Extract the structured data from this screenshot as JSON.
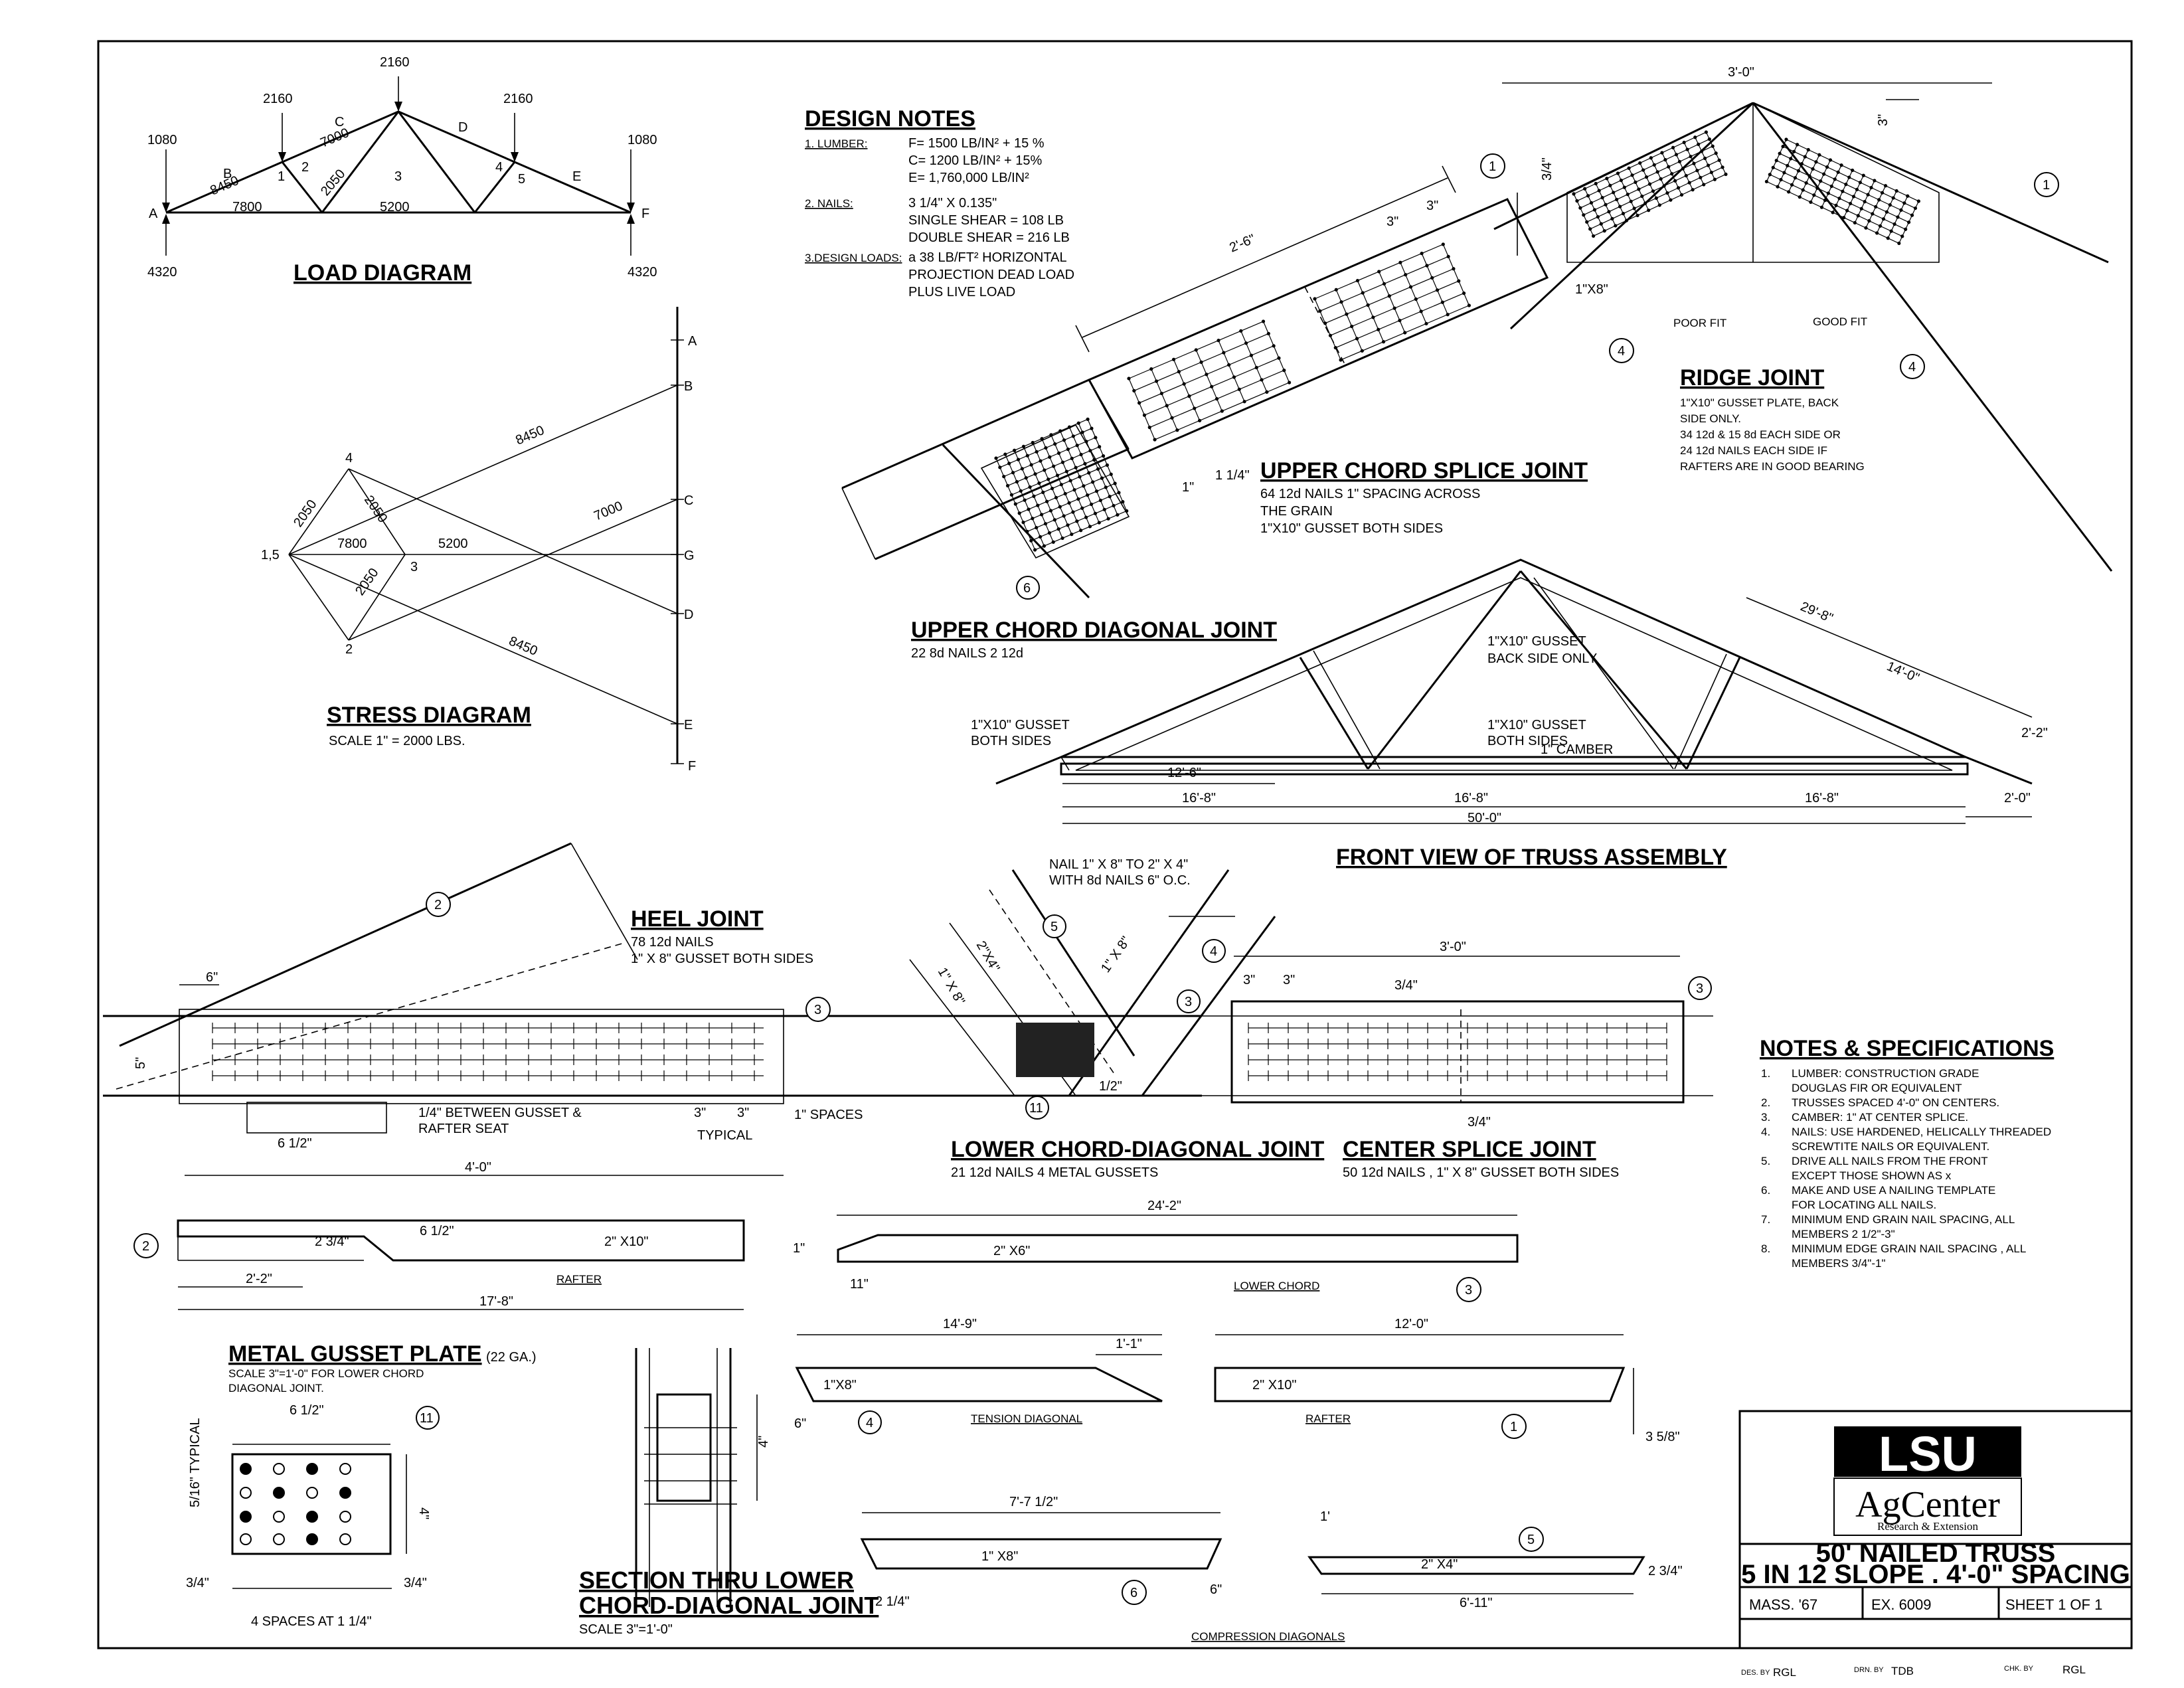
{
  "colors": {
    "ink": "#000000",
    "paper": "#ffffff",
    "fill": "#222222"
  },
  "load_diagram": {
    "title": "LOAD DIAGRAM",
    "loads": [
      "1080",
      "2160",
      "2160",
      "2160",
      "1080"
    ],
    "reactions": [
      "4320",
      "4320"
    ],
    "joints": [
      "A",
      "F"
    ],
    "members": [
      "B",
      "C",
      "D",
      "E"
    ],
    "panels": [
      "1",
      "2",
      "3",
      "4",
      "5"
    ],
    "forces": [
      "8450",
      "7800",
      "7000",
      "2050",
      "5200"
    ]
  },
  "design_notes": {
    "title": "DESIGN NOTES",
    "lumber_label": "1. LUMBER:",
    "lumber_values": [
      "F= 1500 LB/IN² + 15 %",
      "C= 1200 LB/IN² + 15%",
      "E= 1,760,000 LB/IN²"
    ],
    "nails_label": "2. NAILS:",
    "nails_values": [
      "3 1/4\" X 0.135\"",
      "SINGLE SHEAR = 108 LB",
      "DOUBLE SHEAR = 216 LB"
    ],
    "loads_label": "3.DESIGN LOADS:",
    "loads_values": [
      "a 38 LB/FT² HORIZONTAL",
      "PROJECTION DEAD LOAD",
      "PLUS LIVE LOAD"
    ]
  },
  "stress_diagram": {
    "title": "STRESS DIAGRAM",
    "scale": "SCALE 1\" = 2000 LBS.",
    "points": [
      "A",
      "B",
      "C",
      "G",
      "D",
      "E",
      "F"
    ],
    "nodes": [
      "4",
      "1,5",
      "3",
      "2"
    ],
    "forces": [
      "8450",
      "2050",
      "2050",
      "7800",
      "5200",
      "7000",
      "2050",
      "8450"
    ]
  },
  "upper_chord_diagonal": {
    "title": "UPPER CHORD DIAGONAL JOINT",
    "sub": "22 8d NAILS 2 12d",
    "callout": "6"
  },
  "upper_chord_splice": {
    "title": "UPPER CHORD SPLICE JOINT",
    "lines": [
      "64 12d NAILS 1\" SPACING ACROSS",
      "THE GRAIN",
      "1\"X10\" GUSSET BOTH SIDES"
    ],
    "dims": [
      "2'-6\"",
      "3\"",
      "3\"",
      "1\"",
      "1 1/4\""
    ]
  },
  "ridge_joint": {
    "title": "RIDGE JOINT",
    "lines": [
      "1\"X10\" GUSSET PLATE, BACK",
      "SIDE ONLY.",
      "34 12d & 15 8d EACH SIDE OR",
      "24 12d NAILS EACH SIDE IF",
      "RAFTERS ARE IN GOOD BEARING"
    ],
    "dims": [
      "3'-0\"",
      "3\"",
      "3/4\"",
      "1\"X8\""
    ],
    "labels": [
      "POOR FIT",
      "GOOD FIT"
    ],
    "callouts": [
      "1",
      "1",
      "4",
      "4"
    ]
  },
  "front_view": {
    "title": "FRONT VIEW OF TRUSS ASSEMBLY",
    "labels": [
      "1\"X10\" GUSSET",
      "BACK SIDE ONLY",
      "1\"X10\" GUSSET",
      "BOTH SIDES",
      "1\"X10\" GUSSET",
      "BOTH SIDES",
      "1\" CAMBER"
    ],
    "dims": [
      "29'-8\"",
      "14'-0\"",
      "2'-2\"",
      "12'-6\"",
      "16'-8\"",
      "16'-8\"",
      "16'-8\"",
      "50'-0\"",
      "2'-0\""
    ]
  },
  "heel_joint": {
    "title": "HEEL JOINT",
    "lines": [
      "78 12d NAILS",
      "1\" X 8\" GUSSET BOTH SIDES"
    ],
    "note": [
      "1/4\" BETWEEN GUSSET &",
      "RAFTER SEAT"
    ],
    "dims": [
      "6\"",
      "5\"",
      "6 1/2\"",
      "3\"",
      "3\"",
      "TYPICAL",
      "4'-0\"",
      "1\" SPACES"
    ],
    "callouts": [
      "2",
      "3"
    ]
  },
  "lower_chord_diagonal": {
    "title": "LOWER CHORD-DIAGONAL JOINT",
    "sub": "21 12d NAILS  4 METAL GUSSETS",
    "note": [
      "NAIL 1\" X 8\" TO 2\" X 4\"",
      "WITH 8d NAILS 6\" O.C."
    ],
    "labels": [
      "1\" X 8\"",
      "2\"X4\"",
      "1\" X 8\"",
      "1/2\""
    ],
    "callouts": [
      "5",
      "4",
      "3",
      "11"
    ]
  },
  "center_splice": {
    "title": "CENTER SPLICE JOINT",
    "sub": "50 12d NAILS , 1\" X 8\" GUSSET BOTH SIDES",
    "dims": [
      "3'-0\"",
      "3\"",
      "3\"",
      "3/4\"",
      "3/4\""
    ],
    "callout": "3"
  },
  "notes": {
    "title": "NOTES & SPECIFICATIONS",
    "items": [
      {
        "n": "1.",
        "lines": [
          "LUMBER: CONSTRUCTION GRADE",
          "DOUGLAS FIR OR EQUIVALENT"
        ]
      },
      {
        "n": "2.",
        "lines": [
          "TRUSSES SPACED 4'-0\" ON CENTERS."
        ]
      },
      {
        "n": "3.",
        "lines": [
          "CAMBER: 1\" AT CENTER SPLICE."
        ]
      },
      {
        "n": "4.",
        "lines": [
          "NAILS: USE HARDENED, HELICALLY THREADED",
          "SCREWTITE NAILS OR EQUIVALENT."
        ]
      },
      {
        "n": "5.",
        "lines": [
          "DRIVE ALL NAILS FROM THE FRONT",
          "EXCEPT THOSE SHOWN AS x"
        ]
      },
      {
        "n": "6.",
        "lines": [
          "MAKE AND USE A NAILING TEMPLATE",
          "FOR LOCATING ALL NAILS."
        ]
      },
      {
        "n": "7.",
        "lines": [
          "MINIMUM END GRAIN NAIL SPACING, ALL",
          "MEMBERS 2 1/2\"-3\""
        ]
      },
      {
        "n": "8.",
        "lines": [
          "MINIMUM EDGE GRAIN NAIL SPACING , ALL",
          "MEMBERS 3/4\"-1\""
        ]
      }
    ]
  },
  "rafter1": {
    "label": "RAFTER",
    "size": "2\" X10\"",
    "dims": [
      "2 3/4\"",
      "6 1/2\"",
      "2'-2\"",
      "17'-8\""
    ],
    "callout": "2"
  },
  "lower_chord": {
    "label": "LOWER CHORD",
    "size": "2\" X6\"",
    "dims": [
      "24'-2\"",
      "1\"",
      "11\""
    ],
    "callout": "3"
  },
  "metal_gusset": {
    "title": "METAL GUSSET PLATE",
    "gauge": "(22 GA.)",
    "scale": [
      "SCALE 3\"=1'-0\" FOR LOWER CHORD",
      "DIAGONAL JOINT."
    ],
    "dims": [
      "6 1/2\"",
      "5/16\" TYPICAL",
      "4\"",
      "3/4\"",
      "3/4\"",
      "4 SPACES AT 1 1/4\""
    ],
    "callout": "11"
  },
  "section": {
    "title": [
      "SECTION THRU LOWER",
      "CHORD-DIAGONAL JOINT"
    ],
    "scale": "SCALE 3\"=1'-0\"",
    "dim": "4\""
  },
  "tension_diagonal": {
    "label": "TENSION DIAGONAL",
    "size": "1\"X8\"",
    "dims": [
      "14'-9\"",
      "1'-1\"",
      "6\""
    ],
    "callout": "4"
  },
  "rafter2": {
    "label": "RAFTER",
    "size": "2\" X10\"",
    "dims": [
      "12'-0\"",
      "3 5/8\""
    ],
    "callout": "1"
  },
  "compression": {
    "label": "COMPRESSION DIAGONALS",
    "a": {
      "size": "1\" X8\"",
      "dims": [
        "7'-7 1/2\"",
        "2 1/4\"",
        "6\""
      ],
      "callout": "6"
    },
    "b": {
      "size": "2\" X4\"",
      "dims": [
        "1'",
        "2 3/4\"",
        "6'-11\""
      ],
      "callout": "5"
    }
  },
  "title_block": {
    "logo_top": "LSU",
    "logo_mid": "AgCenter",
    "logo_sub": "Research & Extension",
    "title1": "50' NAILED TRUSS",
    "title2": "5 IN 12 SLOPE . 4'-0\" SPACING",
    "cell1": "MASS. '67",
    "cell2": "EX. 6009",
    "cell3": "SHEET 1 OF 1",
    "des": "DES. BY",
    "des_v": "RGL",
    "drn": "DRN. BY",
    "drn_v": "TDB",
    "chk": "CHK. BY",
    "chk_v": "RGL"
  }
}
